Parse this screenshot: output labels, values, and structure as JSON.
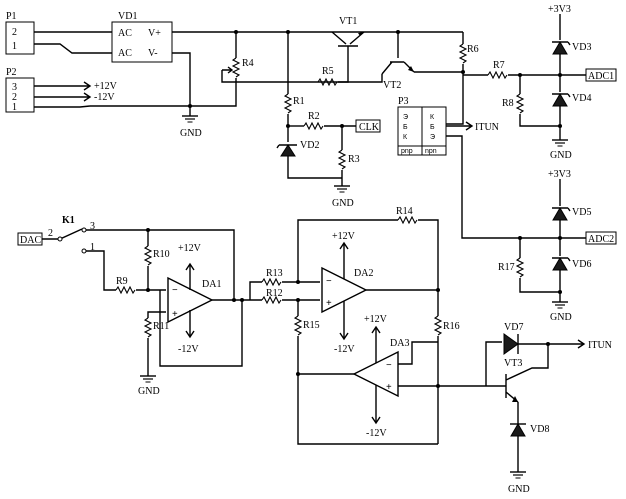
{
  "labels": {
    "p1": "P1",
    "p1_pin2": "2",
    "p1_pin1": "1",
    "vd1": "VD1",
    "vd1_ac1": "AC",
    "vd1_ac2": "AC",
    "vd1_vp": "V+",
    "vd1_vm": "V-",
    "p2": "P2",
    "p2_pin3": "3",
    "p2_pin2": "2",
    "p2_pin1": "1",
    "plus12_p2": "+12V",
    "minus12_p2": "-12V",
    "gnd1": "GND",
    "r4": "R4",
    "r5": "R5",
    "r1": "R1",
    "r2": "R2",
    "r3": "R3",
    "vd2": "VD2",
    "gnd2": "GND",
    "clk": "CLK",
    "vt1": "VT1",
    "vt2": "VT2",
    "r6": "R6",
    "r7": "R7",
    "r8": "R8",
    "v33_top": "+3V3",
    "vd3": "VD3",
    "vd4": "VD4",
    "adc1": "ADC1",
    "gnd3": "GND",
    "p3": "P3",
    "p3_e1": "Э",
    "p3_b1": "Б",
    "p3_k1": "К",
    "p3_k2": "К",
    "p3_b2": "Б",
    "p3_e2": "Э",
    "p3_pnp": "pnp",
    "p3_npn": "npn",
    "itun1": "ITUN",
    "v33_mid": "+3V3",
    "vd5": "VD5",
    "vd6": "VD6",
    "adc2": "ADC2",
    "r17": "R17",
    "gnd4": "GND",
    "k1": "K1",
    "k1_pin2": "2",
    "k1_pin3": "3",
    "k1_pin1": "1",
    "dac": "DAC",
    "r9": "R9",
    "r10": "R10",
    "r11": "R11",
    "gnd5": "GND",
    "da1": "DA1",
    "da1_plus12": "+12V",
    "da1_minus12": "-12V",
    "r13": "R13",
    "r12": "R12",
    "r14": "R14",
    "r15": "R15",
    "da2": "DA2",
    "da2_plus12": "+12V",
    "da2_minus12": "-12V",
    "da3": "DA3",
    "da3_plus12": "+12V",
    "da3_minus12": "-12V",
    "r16": "R16",
    "vd7": "VD7",
    "vt3": "VT3",
    "itun2": "ITUN",
    "vd8": "VD8",
    "gnd6": "GND",
    "opamp_minus": "−",
    "opamp_plus": "+"
  }
}
